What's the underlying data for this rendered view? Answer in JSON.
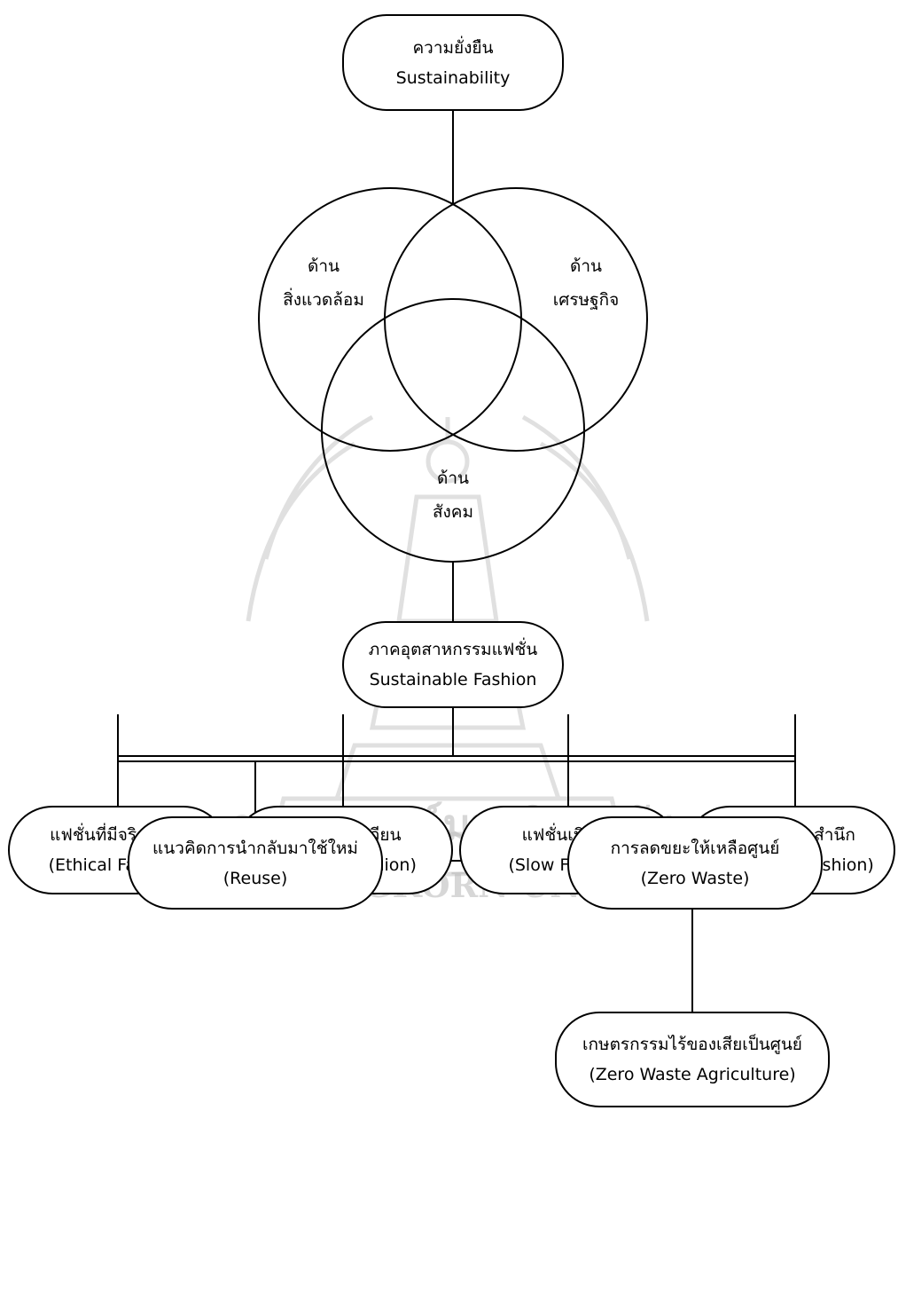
{
  "top": {
    "th": "ความยั่งยืน",
    "en": "Sustainability"
  },
  "circles": {
    "environment": {
      "l1": "ด้าน",
      "l2": "สิ่งแวดล้อม"
    },
    "economy": {
      "l1": "ด้าน",
      "l2": "เศรษฐกิจ"
    },
    "society": {
      "l1": "ด้าน",
      "l2": "สังคม"
    }
  },
  "fashion_industry": {
    "th": "ภาคอุตสาหกรรมแฟชั่น",
    "en": "Sustainable Fashion"
  },
  "categories": [
    {
      "th": "แฟชั่นที่มีจริยธรรม",
      "en": "(Ethical Fashion)"
    },
    {
      "th": "แฟชั่นหมุนเวียน",
      "en": "(Circular Fashion)"
    },
    {
      "th": "แฟชั่นเนิบช้า",
      "en": "(Slow Fashion)"
    },
    {
      "th": "แฟชั่นที่มีจิตสำนึก",
      "en": "(Conscious Fashion)"
    }
  ],
  "reuse": {
    "th": "แนวคิดการนำกลับมาใช้ใหม่",
    "en": "(Reuse)"
  },
  "zero_waste": {
    "th": "การลดขยะให้เหลือศูนย์",
    "en": "(Zero Waste)"
  },
  "zero_waste_agri": {
    "th": "เกษตรกรรมไร้ของเสียเป็นศูนย์",
    "en": "(Zero Waste Agriculture)"
  },
  "watermark": {
    "th": "จุฬาลงกรณ์มหาวิทยาลัย",
    "en": "CHULALONGKORN UNIVERSITY"
  }
}
